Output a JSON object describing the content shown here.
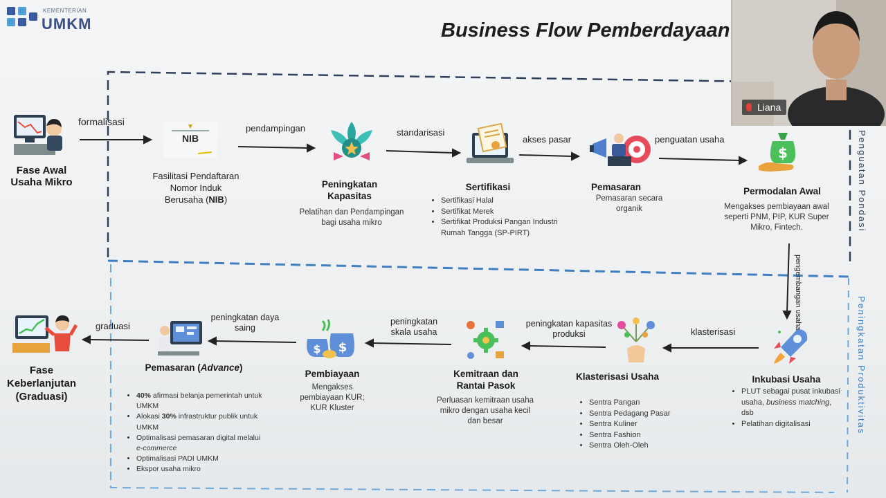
{
  "header": {
    "logo_top": "KEMENTERIAN",
    "logo_text": "UMKM",
    "title": "Business Flow Pemberdayaan"
  },
  "side_labels": {
    "top": "Penguatan Pondasi",
    "bottom": "Peningkatan Produktivitas"
  },
  "video": {
    "participant_name": "Liana"
  },
  "top_row": {
    "start": {
      "title": "Fase Awal Usaha Mikro"
    },
    "arrows": [
      "formalisasi",
      "pendampingan",
      "standarisasi",
      "akses pasar",
      "penguatan usaha"
    ],
    "nib": {
      "badge": "NIB",
      "desc_line1": "Fasilitasi Pendaftaran",
      "desc_line2": "Nomor Induk",
      "desc_line3": "Berusaha (",
      "desc_bold": "NIB",
      "desc_end": ")"
    },
    "kapasitas": {
      "title_line1": "Peningkatan",
      "title_line2": "Kapasitas",
      "desc": "Pelatihan dan Pendampingan bagi usaha mikro"
    },
    "sertifikasi": {
      "title": "Sertifikasi",
      "items": [
        "Sertifikasi Halal",
        "Sertifikat Merek",
        "Sertifikat Produksi Pangan Industri Rumah Tangga (SP-PIRT)"
      ]
    },
    "pemasaran": {
      "title": "Pemasaran",
      "desc": "Pemasaran secara organik"
    },
    "permodalan": {
      "title": "Permodalan Awal",
      "desc": "Mengakses pembiayaan awal seperti PNM, PIP, KUR Super Mikro, Fintech."
    }
  },
  "connector": {
    "label": "pengembangan usaha"
  },
  "bottom_row": {
    "arrows": [
      "graduasi",
      "peningkatan daya saing",
      "peningkatan skala usaha",
      "peningkatan kapasitas produksi",
      "klasterisasi"
    ],
    "end": {
      "title_line1": "Fase",
      "title_line2": "Keberlanjutan",
      "title_line3": "(Graduasi)"
    },
    "pemasaran_adv": {
      "title_pre": "Pemasaran (",
      "title_em": "Advance",
      "title_post": ")",
      "items": [
        {
          "bold": "40%",
          "text": " afirmasi belanja pemerintah untuk UMKM"
        },
        {
          "pre": "Alokasi ",
          "bold": "30%",
          "text": " infrastruktur publik untuk UMKM"
        },
        {
          "text": "Optimalisasi pemasaran digital melalui ",
          "em": "e-commerce"
        },
        {
          "text": "Optimalisasi PADI UMKM"
        },
        {
          "text": "Ekspor usaha mikro"
        }
      ]
    },
    "pembiayaan": {
      "title": "Pembiayaan",
      "desc": "Mengakses pembiayaan KUR; KUR Kluster"
    },
    "kemitraan": {
      "title_line1": "Kemitraan dan",
      "title_line2": "Rantai Pasok",
      "desc": "Perluasan kemitraan usaha mikro dengan usaha kecil dan besar"
    },
    "klasterisasi": {
      "title": "Klasterisasi Usaha",
      "items": [
        "Sentra Pangan",
        "Sentra Pedagang Pasar",
        "Sentra Kuliner",
        "Sentra Fashion",
        "Sentra Oleh-Oleh"
      ]
    },
    "inkubasi": {
      "title": "Inkubasi Usaha",
      "item1_pre": "PLUT sebagai pusat inkubasi usaha, ",
      "item1_em": "business matching",
      "item1_post": ", dsb",
      "item2": "Pelatihan digitalisasi"
    }
  },
  "colors": {
    "top_dash": "#2e3f5c",
    "bottom_dash": "#3f7fc0",
    "accent_teal": "#2aa7a0",
    "money_green": "#4bbf5a"
  }
}
